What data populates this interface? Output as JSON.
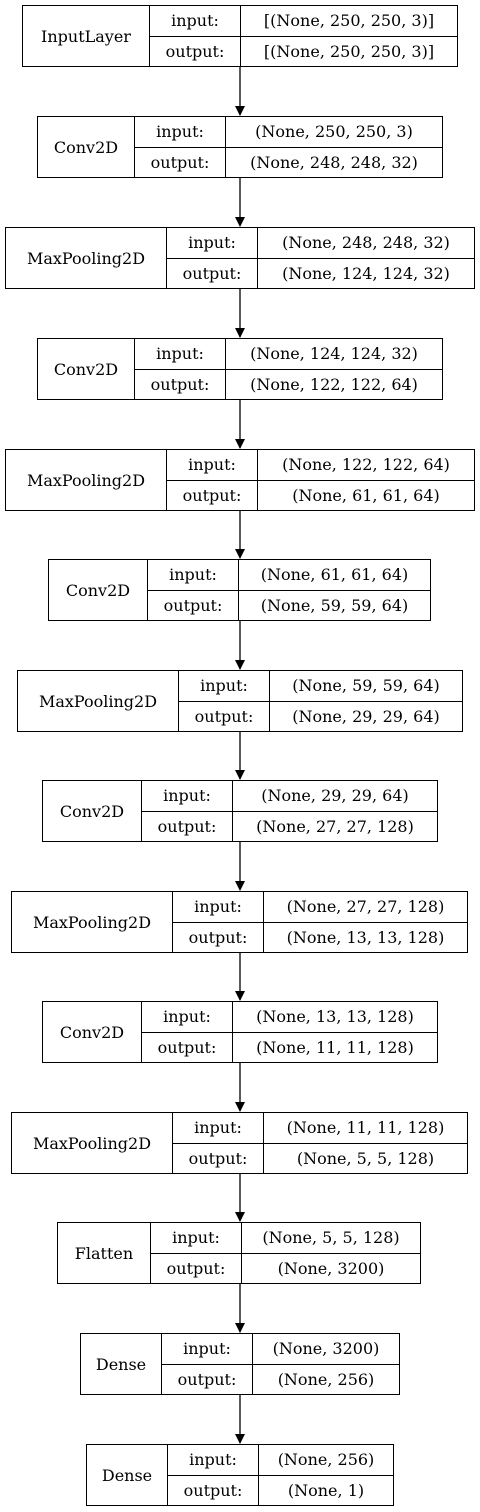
{
  "layers": [
    {
      "name": "InputLayer",
      "input_label": "input:",
      "output_label": "output:",
      "input": "[(None, 250, 250, 3)]",
      "output": "[(None, 250, 250, 3)]"
    },
    {
      "name": "Conv2D",
      "input_label": "input:",
      "output_label": "output:",
      "input": "(None, 250, 250, 3)",
      "output": "(None, 248, 248, 32)"
    },
    {
      "name": "MaxPooling2D",
      "input_label": "input:",
      "output_label": "output:",
      "input": "(None, 248, 248, 32)",
      "output": "(None, 124, 124, 32)"
    },
    {
      "name": "Conv2D",
      "input_label": "input:",
      "output_label": "output:",
      "input": "(None, 124, 124, 32)",
      "output": "(None, 122, 122, 64)"
    },
    {
      "name": "MaxPooling2D",
      "input_label": "input:",
      "output_label": "output:",
      "input": "(None, 122, 122, 64)",
      "output": "(None, 61, 61, 64)"
    },
    {
      "name": "Conv2D",
      "input_label": "input:",
      "output_label": "output:",
      "input": "(None, 61, 61, 64)",
      "output": "(None, 59, 59, 64)"
    },
    {
      "name": "MaxPooling2D",
      "input_label": "input:",
      "output_label": "output:",
      "input": "(None, 59, 59, 64)",
      "output": "(None, 29, 29, 64)"
    },
    {
      "name": "Conv2D",
      "input_label": "input:",
      "output_label": "output:",
      "input": "(None, 29, 29, 64)",
      "output": "(None, 27, 27, 128)"
    },
    {
      "name": "MaxPooling2D",
      "input_label": "input:",
      "output_label": "output:",
      "input": "(None, 27, 27, 128)",
      "output": "(None, 13, 13, 128)"
    },
    {
      "name": "Conv2D",
      "input_label": "input:",
      "output_label": "output:",
      "input": "(None, 13, 13, 128)",
      "output": "(None, 11, 11, 128)"
    },
    {
      "name": "MaxPooling2D",
      "input_label": "input:",
      "output_label": "output:",
      "input": "(None, 11, 11, 128)",
      "output": "(None, 5, 5, 128)"
    },
    {
      "name": "Flatten",
      "input_label": "input:",
      "output_label": "output:",
      "input": "(None, 5, 5, 128)",
      "output": "(None, 3200)"
    },
    {
      "name": "Dense",
      "input_label": "input:",
      "output_label": "output:",
      "input": "(None, 3200)",
      "output": "(None, 256)"
    },
    {
      "name": "Dense",
      "input_label": "input:",
      "output_label": "output:",
      "input": "(None, 256)",
      "output": "(None, 1)"
    }
  ]
}
